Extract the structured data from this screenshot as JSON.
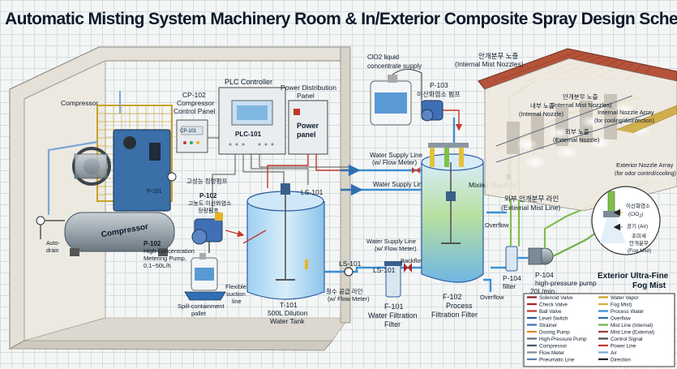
{
  "title": "Automatic Misting System Machinery Room & In/Exterior Composite Spray Design Schematic",
  "labels": {
    "compressor": "Compressor",
    "compressor_body": "Compressor",
    "p101": "P-101",
    "auto_drain": "Auto-",
    "auto_drain_2": "drain",
    "cp102_1": "CP-102",
    "cp102_2": "Compressor",
    "cp102_3": "Control Panel",
    "cp101": "CP-101",
    "plc_title": "PLC Controller",
    "plc101": "PLC-101",
    "pdp_1": "Power Distribution",
    "pdp_2": "Panel",
    "power_1": "Power",
    "power_2": "panel",
    "kr_pump_1": "고성능 정량펌프",
    "p102a": "P-102",
    "kr_pump_2": "고농도 이산화염소",
    "kr_pump_3": "정량펌프",
    "p102b": "P-102",
    "p102b_2": "High-concentration",
    "p102b_3": "Metering Pump,",
    "p102b_4": "0.1~50L/h",
    "spill_1": "Spill-containment",
    "spill_2": "pallet",
    "flex_1": "Flexible",
    "flex_2": "suction",
    "flex_3": "line",
    "ls101a": "LS-101",
    "t101_1": "T-101",
    "t101_2": "500L Dilution",
    "t101_3": "Water Tank",
    "clo2_1": "ClO2 liquid",
    "clo2_2": "concentrate supply",
    "p103_1": "P-103",
    "p103_2": "이산화염소 펌프",
    "wsl_1": "Water Supply Line",
    "wsl_2": "(w/ Flow Meter)",
    "wsl_3": "Water Supply Line",
    "mixing": "Mixing Manifold",
    "overflow_1": "Overflow",
    "wsl_4": "Water Supply Line",
    "wsl_5": "(w/ Flow Meter)",
    "backflow": "Backflow",
    "ls101b": "LS-101",
    "ls101c": "LS-101",
    "kr_supply_1": "청수 공급 라인",
    "kr_supply_2": "(w/ Flow Meter)",
    "f101_1": "F-101",
    "f101_2": "Water Filtration",
    "f101_3": "Filter",
    "f102_1": "F-102",
    "f102_2": "Process",
    "f102_3": "Filtration Filter",
    "overflow_2": "Overflow",
    "p104a_1": "P-104",
    "p104a_2": "filter",
    "p104b_1": "P-104",
    "p104b_2": "high-pressure pump",
    "p104b_3": "20L/min,",
    "int_mist_kr": "안개분무 노즐",
    "int_mist_en": "(Internal Mist Nozzles)",
    "int_noz_kr": "내부 노즐",
    "int_noz_en": "(Internal Nozzle)",
    "int_mist2_kr": "안개분무 노즐",
    "int_mist2_en": "(Internal Mist Nozzles)",
    "int_arr_1": "Internal Nozzle Array",
    "int_arr_2": "(for cooling/disinfection)",
    "ext_noz_kr": "외부 노즐",
    "ext_noz_en": "(External Nozzle)",
    "ext_arr_1": "Exterior Nozzle Array",
    "ext_arr_2": "(for odor control/cooling)",
    "ext_line_kr": "외부 안개분무 라인",
    "ext_line_en": "(External Mist Line)",
    "circle_1": "이산화염소",
    "circle_2": "(ClO",
    "circle_2b": "2",
    "circle_2c": ")",
    "circle_3": "공기 (Air)",
    "circle_4": "초미세",
    "circle_5": "안개분무",
    "circle_6": "(Fog Mist)",
    "ext_fog_1": "Exterior Ultra-Fine",
    "ext_fog_2": "Fog Mist"
  },
  "legend": {
    "left": [
      {
        "label": "Solenoid Valve",
        "color": "#8a1c1c"
      },
      {
        "label": "Check Valve",
        "color": "#b02020"
      },
      {
        "label": "Ball Valve",
        "color": "#c0392b"
      },
      {
        "label": "Level Switch",
        "color": "#2b5aa3"
      },
      {
        "label": "Strainer",
        "color": "#3b6fb6"
      },
      {
        "label": "Dosing Pump",
        "color": "#e08a1e"
      },
      {
        "label": "High-Pressure Pump",
        "color": "#5a6b7d"
      },
      {
        "label": "Compressor",
        "color": "#44576a"
      },
      {
        "label": "Flow Meter",
        "color": "#7a8a99"
      },
      {
        "label": "Pneumatic Line",
        "color": "#5a7fb0"
      }
    ],
    "right": [
      {
        "label": "Water Vapor",
        "color": "#c9a227"
      },
      {
        "label": "Fog Mist)",
        "color": "#d4b03a"
      },
      {
        "label": "Process Water",
        "color": "#3c8fd1"
      },
      {
        "label": "Overflow",
        "color": "#2f6fb3"
      },
      {
        "label": "Mist Line (Internal)",
        "color": "#6fb04a"
      },
      {
        "label": "Mist Line (External)",
        "color": "#a23b3b"
      },
      {
        "label": "Control Signal",
        "color": "#4a4a4a"
      },
      {
        "label": "Power Line",
        "color": "#c0392b"
      },
      {
        "label": "Air",
        "color": "#7aa7d8"
      },
      {
        "label": "Direction",
        "color": "#222222"
      }
    ]
  },
  "colors": {
    "water": "#3c8fd1",
    "mist_green": "#7fbf4a",
    "clo2_yellow": "#e3c23a",
    "air_blue": "#7aa7d8",
    "power_red": "#c0392b",
    "wall": "#e5e1d8"
  }
}
